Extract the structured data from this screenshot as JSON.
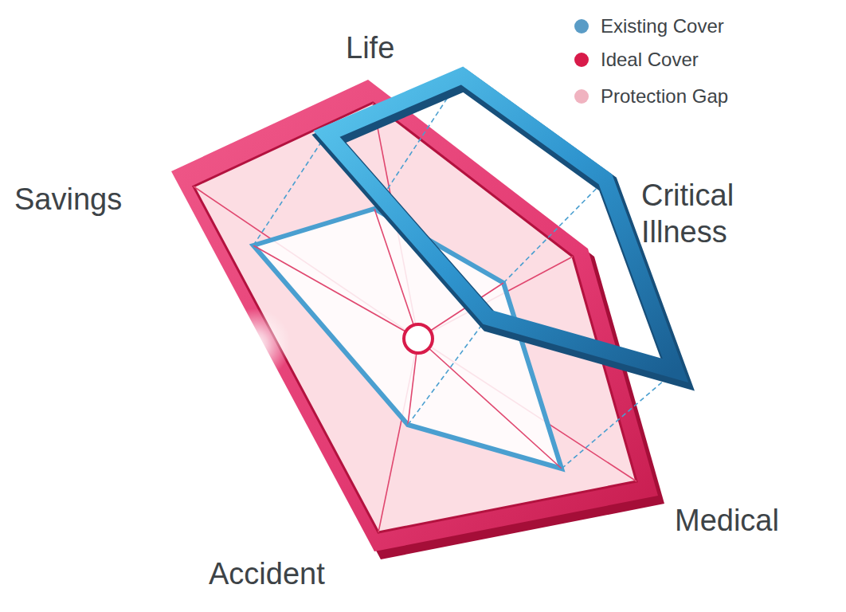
{
  "diagram": {
    "labels": [
      "Life",
      "Savings",
      "Critical Illness",
      "Medical",
      "Accident"
    ],
    "legend": [
      {
        "text": "Existing Cover",
        "color": "#5a9cc6"
      },
      {
        "text": "Ideal Cover",
        "color": "#d81b4a"
      },
      {
        "text": "Protection Gap",
        "color": "#f0b3c0"
      }
    ]
  }
}
